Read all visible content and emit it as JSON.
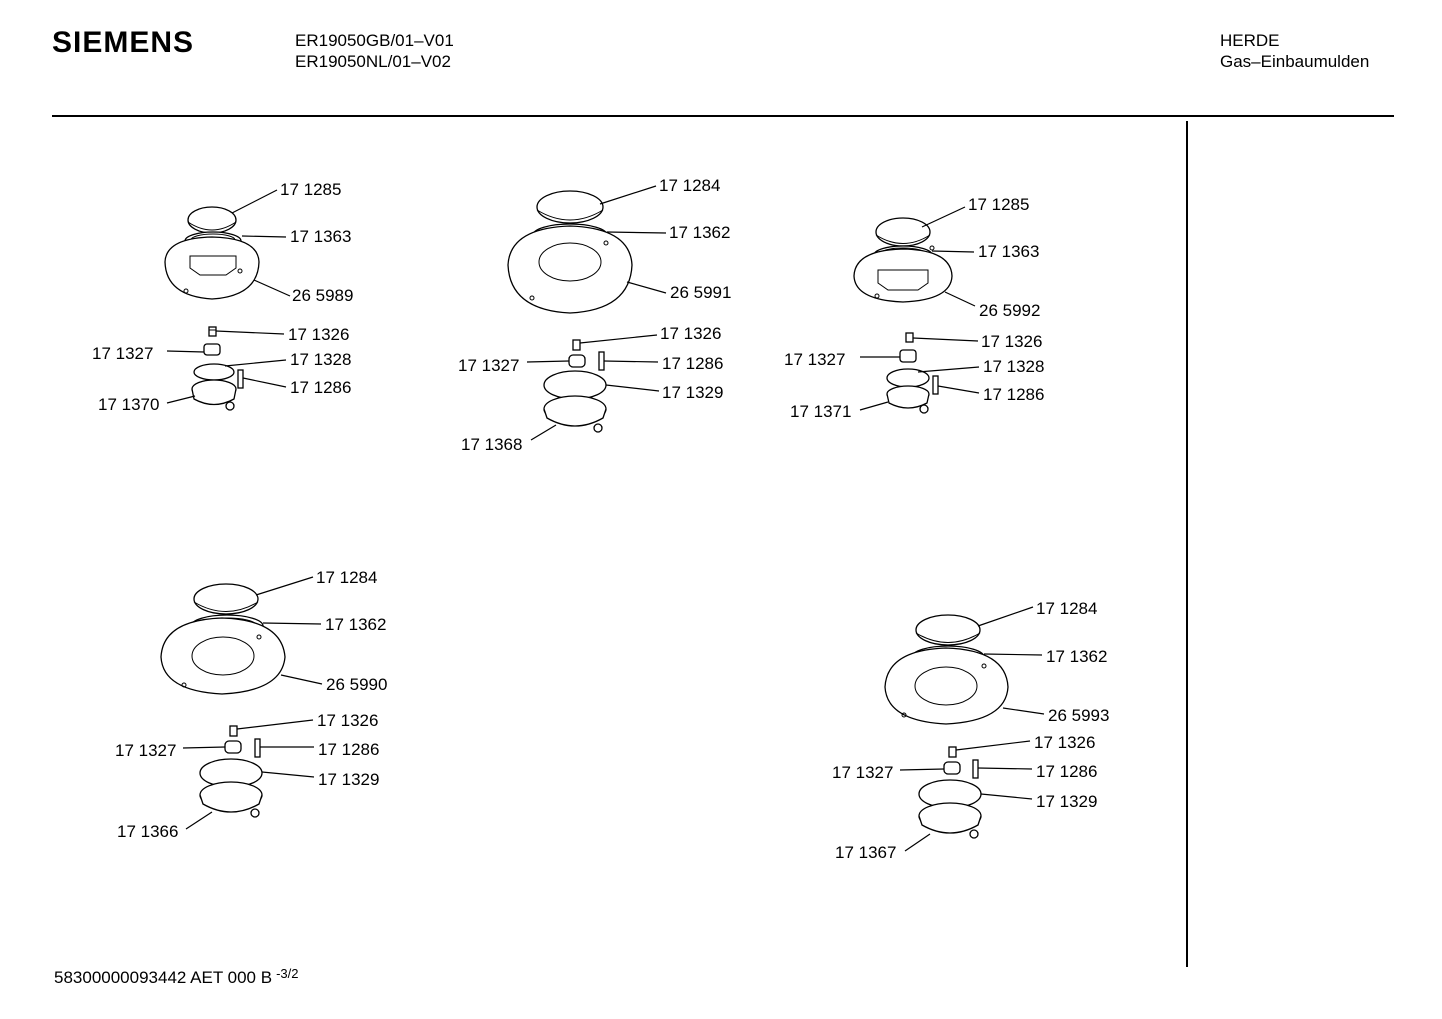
{
  "header": {
    "brand": "SIEMENS",
    "model_lines": [
      "ER19050GB/01–V01",
      "ER19050NL/01–V02"
    ],
    "category": "HERDE",
    "subcategory": "Gas–Einbaumulden"
  },
  "footer": {
    "doc_code": "58300000093442 AET 000 B",
    "sheet": "-3/2"
  },
  "groups": [
    {
      "name": "burner-group-1",
      "labels": [
        "17 1285",
        "17 1363",
        "26 5989",
        "17 1326",
        "17 1327",
        "17 1328",
        "17 1286",
        "17 1370"
      ]
    },
    {
      "name": "burner-group-2",
      "labels": [
        "17 1284",
        "17 1362",
        "26 5991",
        "17 1326",
        "17 1327",
        "17 1286",
        "17 1329",
        "17 1368"
      ]
    },
    {
      "name": "burner-group-3",
      "labels": [
        "17 1285",
        "17 1363",
        "26 5992",
        "17 1326",
        "17 1327",
        "17 1328",
        "17 1286",
        "17 1371"
      ]
    },
    {
      "name": "burner-group-4",
      "labels": [
        "17 1284",
        "17 1362",
        "26 5990",
        "17 1326",
        "17 1327",
        "17 1286",
        "17 1329",
        "17 1366"
      ]
    },
    {
      "name": "burner-group-5",
      "labels": [
        "17 1284",
        "17 1362",
        "26 5993",
        "17 1326",
        "17 1327",
        "17 1286",
        "17 1329",
        "17 1367"
      ]
    }
  ]
}
